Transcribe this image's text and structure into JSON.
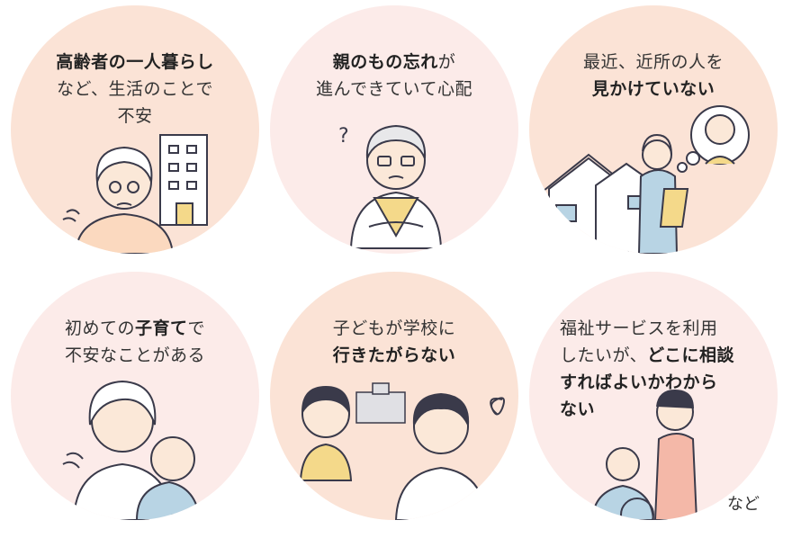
{
  "cards": [
    {
      "lines": [
        {
          "b": "高齢者の一人暮らし",
          "n": ""
        },
        {
          "b": "",
          "n": "など、生活のことで"
        },
        {
          "b": "",
          "n": "不安"
        }
      ]
    },
    {
      "lines": [
        {
          "b": "親のもの忘れ",
          "n": "が"
        },
        {
          "b": "",
          "n": "進んできていて心配"
        }
      ]
    },
    {
      "lines": [
        {
          "b": "",
          "n": "最近、近所の人を"
        },
        {
          "b": "見かけていない",
          "n": ""
        }
      ]
    },
    {
      "lines": [
        {
          "pre": "初めての",
          "b": "子育て",
          "n": "で"
        },
        {
          "b": "",
          "n": "不安なことがある"
        }
      ]
    },
    {
      "lines": [
        {
          "b": "",
          "n": "子どもが学校に"
        },
        {
          "b": "行きたがらない",
          "n": ""
        }
      ]
    },
    {
      "lines": [
        {
          "b": "",
          "n": "福祉サービスを利用"
        },
        {
          "pre": "したいが、",
          "b": "どこに相談",
          "n": ""
        },
        {
          "b": "すればよいかわから",
          "n": ""
        },
        {
          "b": "ない",
          "n": ""
        }
      ]
    }
  ],
  "etc_label": "など",
  "colors": {
    "peach": "#fbe3d6",
    "pink": "#fcebe9",
    "line": "#3a3a4a",
    "yellow": "#f4d98a",
    "skin": "#fbe8d8",
    "building": "#ffffff",
    "roof": "#b8d4e4"
  }
}
